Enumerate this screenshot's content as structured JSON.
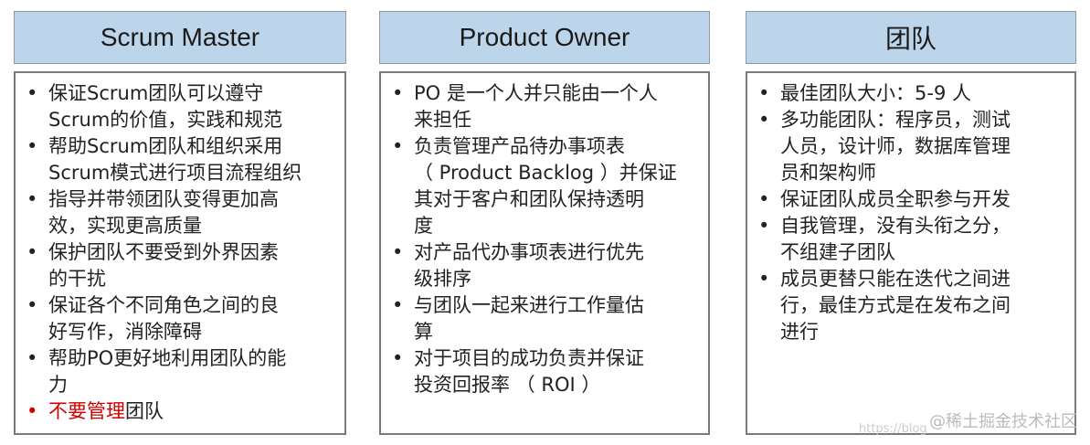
{
  "columns": [
    {
      "title": "Scrum Master",
      "items": [
        {
          "lines": [
            "保证Scrum团队可以遵守",
            "Scrum的价值，实践和规范"
          ]
        },
        {
          "lines": [
            "帮助Scrum团队和组织采用",
            "Scrum模式进行项目流程组织"
          ]
        },
        {
          "lines": [
            "指导并带领团队变得更加高",
            "效，实现更高质量"
          ]
        },
        {
          "lines": [
            "保护团队不要受到外界因素",
            "的干扰"
          ]
        },
        {
          "lines": [
            "保证各个不同角色之间的良",
            "好写作，消除障碍"
          ]
        },
        {
          "lines": [
            "帮助PO更好地利用团队的能",
            "力"
          ]
        },
        {
          "lines": [
            "不要管理"
          ],
          "suffix": "团队",
          "highlight": true
        }
      ]
    },
    {
      "title": "Product Owner",
      "items": [
        {
          "lines": [
            "PO 是一个人并只能由一个人",
            "来担任"
          ]
        },
        {
          "lines": [
            "负责管理产品待办事项表",
            "（ Product Backlog ）并保证",
            "其对于客户和团队保持透明",
            "度"
          ]
        },
        {
          "lines": [
            "对产品代办事项表进行优先",
            "级排序"
          ]
        },
        {
          "lines": [
            "与团队一起来进行工作量估",
            "算"
          ]
        },
        {
          "lines": [
            "对于项目的成功负责并保证",
            "投资回报率 （ ROI ）"
          ]
        }
      ]
    },
    {
      "title": "团队",
      "items": [
        {
          "lines": [
            "最佳团队大小：5-9 人"
          ]
        },
        {
          "lines": [
            "多功能团队：程序员，测试",
            "人员，设计师，数据库管理",
            "员和架构师"
          ]
        },
        {
          "lines": [
            "保证团队成员全职参与开发"
          ]
        },
        {
          "lines": [
            "自我管理，没有头衔之分，",
            "不组建子团队"
          ]
        },
        {
          "lines": [
            "成员更替只能在迭代之间进",
            "行，最佳方式是在发布之间",
            "进行"
          ]
        }
      ]
    }
  ],
  "watermark": "@稀土掘金技术社区",
  "watermark_url": "https://blog",
  "colors": {
    "header_bg": "#bdd5ea",
    "highlight": "#d00000"
  }
}
